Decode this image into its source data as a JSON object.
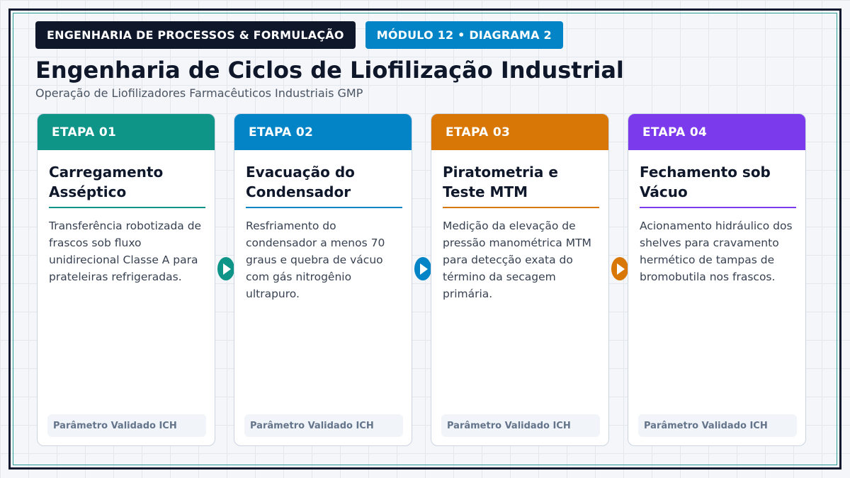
{
  "header": {
    "badge_primary": "ENGENHARIA DE PROCESSOS & FORMULAÇÃO",
    "badge_secondary": "MÓDULO 12 • DIAGRAMA 2",
    "title": "Engenharia de Ciclos de Liofilização Industrial",
    "subtitle": "Operação de Liofilizadores Farmacêuticos Industriais GMP"
  },
  "colors": {
    "teal": "#0f9488",
    "blue": "#0284c7",
    "orange": "#d97706",
    "purple": "#7c3aed"
  },
  "steps": [
    {
      "label": "ETAPA 01",
      "title": "Carregamento Asséptico",
      "description": "Transferência robotizada de frascos sob fluxo unidirecional Classe A para prateleiras refrigeradas.",
      "footer": "Parâmetro Validado ICH"
    },
    {
      "label": "ETAPA 02",
      "title": "Evacuação do Condensador",
      "description": "Resfriamento do condensador a menos 70 graus e quebra de vácuo com gás nitrogênio ultrapuro.",
      "footer": "Parâmetro Validado ICH"
    },
    {
      "label": "ETAPA 03",
      "title": "Piratometria e Teste MTM",
      "description": "Medição da elevação de pressão manométrica MTM para detecção exata do término da secagem primária.",
      "footer": "Parâmetro Validado ICH"
    },
    {
      "label": "ETAPA 04",
      "title": "Fechamento sob Vácuo",
      "description": "Acionamento hidráulico dos shelves para cravamento hermético de tampas de bromobutila nos frascos.",
      "footer": "Parâmetro Validado ICH"
    }
  ]
}
